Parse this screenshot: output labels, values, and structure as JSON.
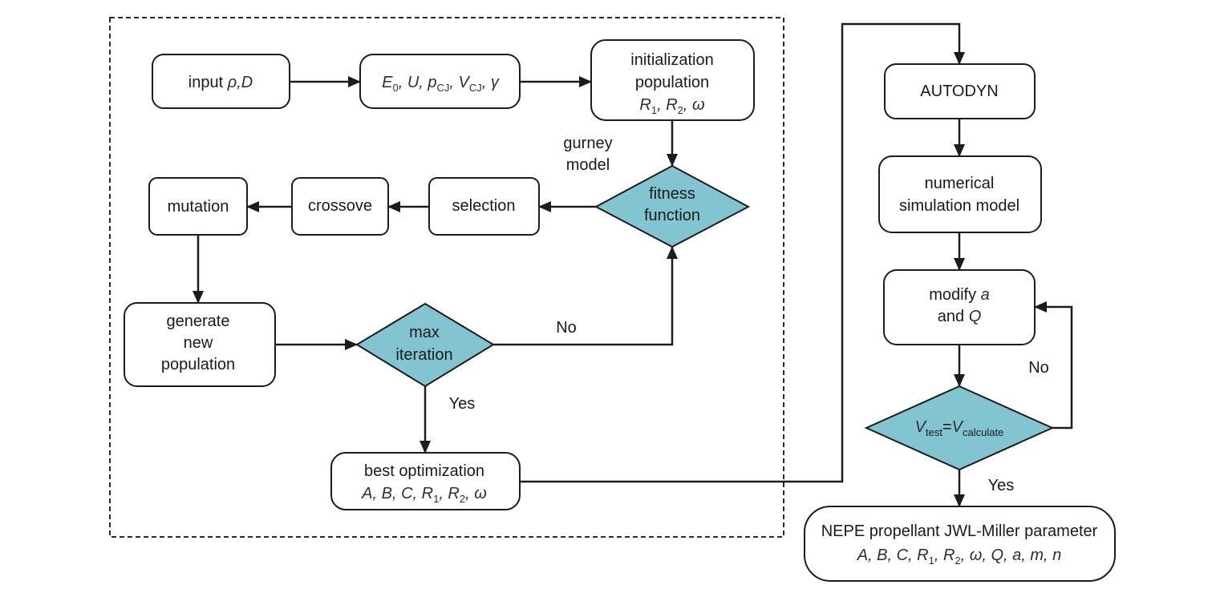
{
  "colors": {
    "decision_fill": "#82c4d0",
    "line": "#1c1c1c"
  },
  "input_box": {
    "prefix": "input ",
    "vars": "ρ,D"
  },
  "energy_box": {
    "segments": [
      "E",
      "0",
      ", U, p",
      "CJ",
      ", V",
      "CJ",
      ", γ"
    ]
  },
  "init_box": {
    "line1": "initialization",
    "line2": "population",
    "line3": [
      "R",
      "1",
      ", R",
      "2",
      ", ω"
    ]
  },
  "gurney_note": {
    "line1": "gurney",
    "line2": "model"
  },
  "fitness_decision": {
    "line1": "fitness",
    "line2": "function"
  },
  "selection_box": {
    "label": "selection"
  },
  "crossover_box": {
    "label": "crossove"
  },
  "mutation_box": {
    "label": "mutation"
  },
  "generate_box": {
    "line1": "generate",
    "line2": "new",
    "line3": "population"
  },
  "max_iteration_decision": {
    "line1": "max",
    "line2": "iteration",
    "no_label": "No",
    "yes_label": "Yes"
  },
  "best_box": {
    "line1": "best optimization",
    "line2": [
      "A, B, C, R",
      "1",
      ", R",
      "2",
      ", ω"
    ]
  },
  "autodyn_box": {
    "label": "AUTODYN"
  },
  "numerical_box": {
    "line1": "numerical",
    "line2": "simulation model"
  },
  "modify_box": {
    "line1": [
      "modify ",
      "a"
    ],
    "line2": [
      "and ",
      "Q"
    ]
  },
  "velocity_decision": {
    "segments": [
      "V",
      "test",
      "=",
      "V",
      "calculate"
    ],
    "no_label": "No",
    "yes_label": "Yes"
  },
  "result_box": {
    "line1": "NEPE propellant JWL-Miller parameter",
    "line2": [
      "A, B, C, R",
      "1",
      ", R",
      "2",
      ", ω, Q, a, m, n"
    ]
  }
}
